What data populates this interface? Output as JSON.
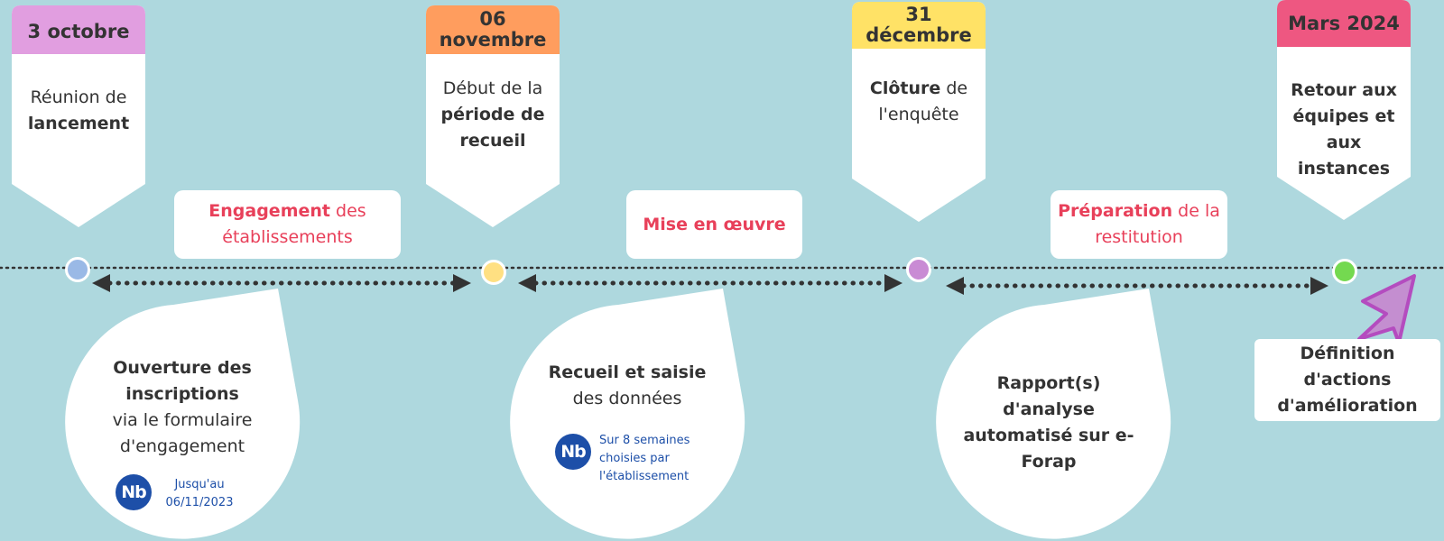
{
  "colors": {
    "background": "#aed8de",
    "accent_text": "#e8405a",
    "badge": "#1d4fa8",
    "arrow": "#333333",
    "pointer": "#b44cbf"
  },
  "milestones": [
    {
      "date": "3 octobre",
      "color": "#e19ee0",
      "dot_color": "#9ab9e6",
      "line1": "Réunion de",
      "line2": "lancement"
    },
    {
      "date": "06 novembre",
      "color": "#ff9d5e",
      "dot_color": "#ffe082",
      "line1": "Début de la",
      "line2": "période de recueil"
    },
    {
      "date": "31 décembre",
      "color": "#ffe266",
      "dot_color": "#c98bd4",
      "line1_bold": "Clôture",
      "line1_rest": " de",
      "line2": "l'enquête"
    },
    {
      "date": "Mars 2024",
      "color": "#ee5781",
      "dot_color": "#74d950",
      "line1": "Retour aux équipes et aux instances"
    }
  ],
  "phases": [
    {
      "bold": "Engagement",
      "rest": " des établissements"
    },
    {
      "bold": "Mise en œuvre",
      "rest": ""
    },
    {
      "bold": "Préparation",
      "rest": " de la restitution"
    }
  ],
  "steps": [
    {
      "strong": "Ouverture des inscriptions",
      "light": "via le formulaire d'engagement",
      "badge": "Nb",
      "note": "Jusqu'au 06/11/2023"
    },
    {
      "strong": "Recueil et saisie",
      "light": "des données",
      "badge": "Nb",
      "note": "Sur 8 semaines choisies par l'établissement"
    },
    {
      "strong": "Rapport(s) d'analyse automatisé sur e-Forap"
    }
  ],
  "final_step": "Définition d'actions d'amélioration"
}
